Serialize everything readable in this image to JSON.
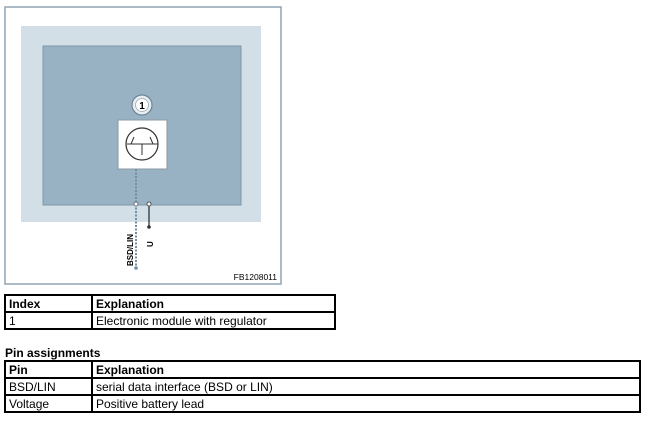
{
  "diagram": {
    "badge": "1",
    "pin_labels": [
      "BSD/LIN",
      "U"
    ],
    "figure_code": "FB1208011"
  },
  "index_table": {
    "headers": [
      "Index",
      "Explanation"
    ],
    "rows": [
      [
        "1",
        "Electronic module with regulator"
      ]
    ]
  },
  "pins": {
    "heading": "Pin assignments",
    "headers": [
      "Pin",
      "Explanation"
    ],
    "rows": [
      [
        "BSD/LIN",
        "serial data interface (BSD or LIN)"
      ],
      [
        "Voltage",
        "Positive battery lead"
      ]
    ]
  }
}
